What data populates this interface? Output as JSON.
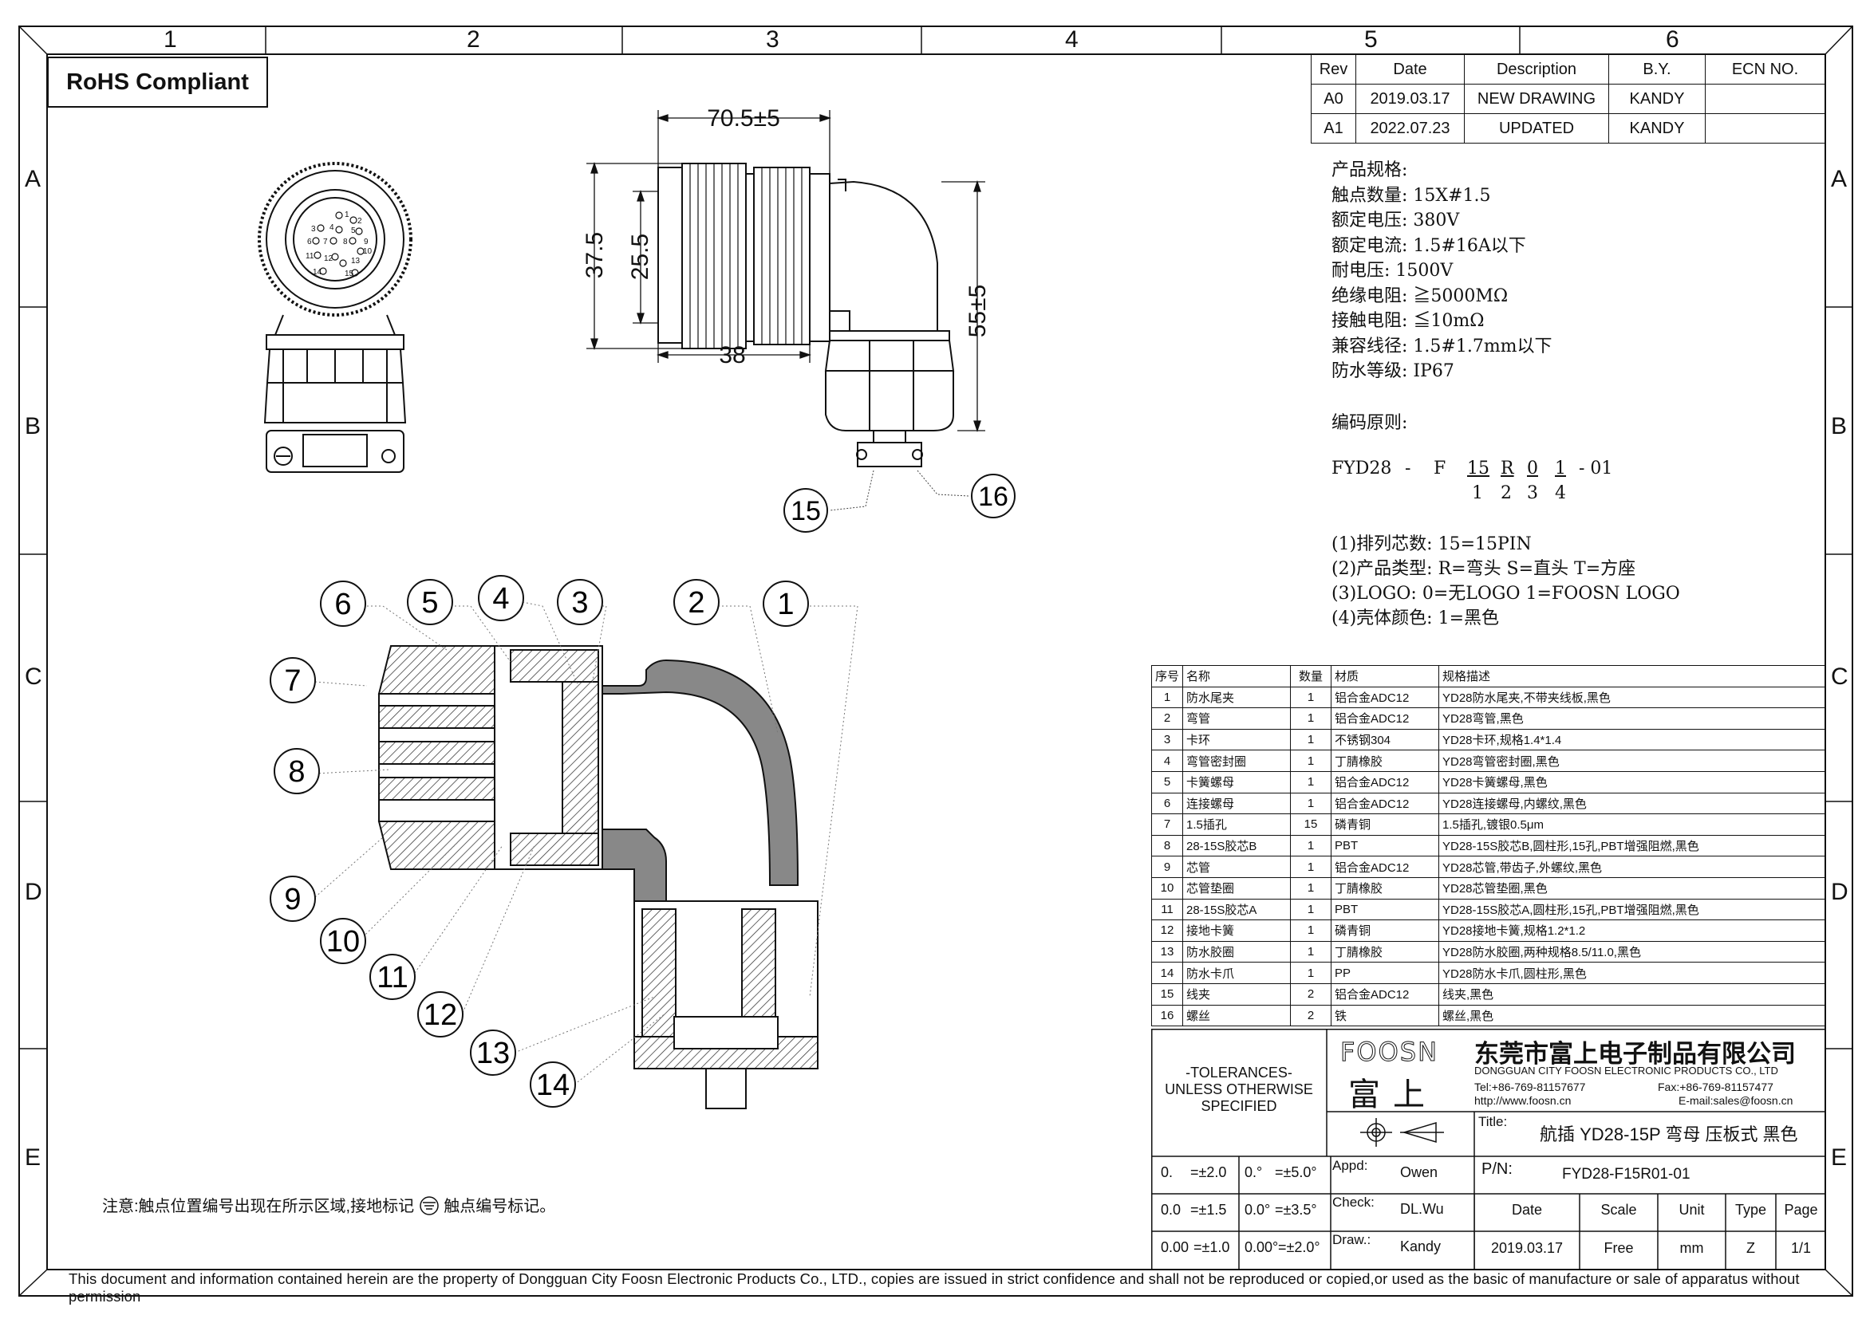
{
  "border": {
    "zone_numbers": [
      "1",
      "2",
      "3",
      "4",
      "5",
      "6"
    ],
    "zone_letters": [
      "A",
      "B",
      "C",
      "D",
      "E"
    ]
  },
  "rohs_label": "RoHS Compliant",
  "revision_table": {
    "headers": [
      "Rev",
      "Date",
      "Description",
      "B.Y.",
      "ECN NO."
    ],
    "rows": [
      [
        "A0",
        "2019.03.17",
        "NEW DRAWING",
        "KANDY",
        ""
      ],
      [
        "A1",
        "2022.07.23",
        "UPDATED",
        "KANDY",
        ""
      ]
    ]
  },
  "specs": {
    "heading": "产品规格:",
    "lines": [
      "触点数量: 15X#1.5",
      "额定电压: 380V",
      "额定电流: 1.5#16A以下",
      "耐电压: 1500V",
      "绝缘电阻: ≧5000MΩ",
      "接触电阻: ≦10mΩ",
      "兼容线径: 1.5#1.7mm以下",
      "防水等级: IP67"
    ]
  },
  "coding": {
    "heading": "编码原则:",
    "code_parts": [
      "FYD28",
      "-",
      "F",
      "15",
      "R",
      "0",
      "1",
      "- 01"
    ],
    "code_indices": [
      "1",
      "2",
      "3",
      "4"
    ],
    "rules": [
      "(1)排列芯数: 15=15PIN",
      "(2)产品类型: R=弯头  S=直头  T=方座",
      "(3)LOGO: 0=无LOGO        1=FOOSN LOGO",
      "(4)壳体颜色: 1=黑色"
    ]
  },
  "dimensions": {
    "length": "70.5±5",
    "dia_outer": "37.5",
    "dia_inner": "25.5",
    "body_len": "38",
    "height": "55±5"
  },
  "callouts_top": [
    "15",
    "16"
  ],
  "callouts_section": [
    "1",
    "2",
    "3",
    "4",
    "5",
    "6",
    "7",
    "8",
    "9",
    "10",
    "11",
    "12",
    "13",
    "14"
  ],
  "pin_labels": [
    "1",
    "2",
    "3",
    "4",
    "5",
    "6",
    "7",
    "8",
    "9",
    "10",
    "11",
    "12",
    "13",
    "14",
    "15"
  ],
  "bom": {
    "headers": [
      "序号",
      "名称",
      "数量",
      "材质",
      "规格描述"
    ],
    "rows": [
      [
        "1",
        "防水尾夹",
        "1",
        "铝合金ADC12",
        "YD28防水尾夹,不带夹线板,黑色"
      ],
      [
        "2",
        "弯管",
        "1",
        "铝合金ADC12",
        "YD28弯管,黑色"
      ],
      [
        "3",
        "卡环",
        "1",
        "不锈钢304",
        "YD28卡环,规格1.4*1.4"
      ],
      [
        "4",
        "弯管密封圈",
        "1",
        "丁腈橡胶",
        "YD28弯管密封圈,黑色"
      ],
      [
        "5",
        "卡簧螺母",
        "1",
        "铝合金ADC12",
        "YD28卡簧螺母,黑色"
      ],
      [
        "6",
        "连接螺母",
        "1",
        "铝合金ADC12",
        "YD28连接螺母,内螺纹,黑色"
      ],
      [
        "7",
        "1.5插孔",
        "15",
        "磷青铜",
        "1.5插孔,镀银0.5μm"
      ],
      [
        "8",
        "28-15S胶芯B",
        "1",
        "PBT",
        "YD28-15S胶芯B,圆柱形,15孔,PBT增强阻燃,黑色"
      ],
      [
        "9",
        "芯管",
        "1",
        "铝合金ADC12",
        "YD28芯管,带齿子,外螺纹,黑色"
      ],
      [
        "10",
        "芯管垫圈",
        "1",
        "丁腈橡胶",
        "YD28芯管垫圈,黑色"
      ],
      [
        "11",
        "28-15S胶芯A",
        "1",
        "PBT",
        "YD28-15S胶芯A,圆柱形,15孔,PBT增强阻燃,黑色"
      ],
      [
        "12",
        "接地卡簧",
        "1",
        "磷青铜",
        "YD28接地卡簧,规格1.2*1.2"
      ],
      [
        "13",
        "防水胶圈",
        "1",
        "丁腈橡胶",
        "YD28防水胶圈,两种规格8.5/11.0,黑色"
      ],
      [
        "14",
        "防水卡爪",
        "1",
        "PP",
        "YD28防水卡爪,圆柱形,黑色"
      ],
      [
        "15",
        "线夹",
        "2",
        "铝合金ADC12",
        "线夹,黑色"
      ],
      [
        "16",
        "螺丝",
        "2",
        "铁",
        "螺丝,黑色"
      ]
    ]
  },
  "title_block": {
    "tolerances": [
      "-TOLERANCES-",
      "UNLESS OTHERWISE",
      "SPECIFIED"
    ],
    "tol_rows": [
      [
        "0.",
        "=±2.0",
        "0.°",
        "=±5.0°"
      ],
      [
        "0.0",
        "=±1.5",
        "0.0°",
        "=±3.5°"
      ],
      [
        "0.00",
        "=±1.0",
        "0.00°",
        "=±2.0°"
      ]
    ],
    "logo_en": "FOOSN",
    "logo_cn": "富上",
    "company_cn": "东莞市富上电子制品有限公司",
    "company_en": "DONGGUAN CITY FOOSN ELECTRONIC PRODUCTS CO., LTD",
    "tel": "Tel:+86-769-81157677",
    "fax": "Fax:+86-769-81157477",
    "web": "http://www.foosn.cn",
    "email": "E-mail:sales@foosn.cn",
    "title_label": "Title:",
    "title_value": "航插 YD28-15P 弯母 压板式 黑色",
    "appd_label": "Appd:",
    "appd_value": "Owen",
    "check_label": "Check:",
    "check_value": "DL.Wu",
    "draw_label": "Draw.:",
    "draw_value": "Kandy",
    "pn_label": "P/N:",
    "pn_value": "FYD28-F15R01-01",
    "cols": [
      "Date",
      "Scale",
      "Unit",
      "Type",
      "Page"
    ],
    "vals": [
      "2019.03.17",
      "Free",
      "mm",
      "Z",
      "1/1"
    ]
  },
  "note": {
    "prefix": "注意:触点位置编号出现在所示区域,接地标记",
    "suffix": "触点编号标记。"
  },
  "footer": "This document and information contained herein are the property of Dongguan City Foosn Electronic Products Co., LTD., copies are issued in strict confidence  and shall not be reproduced or copied,or used as the basic of manufacture or sale of apparatus without permission"
}
